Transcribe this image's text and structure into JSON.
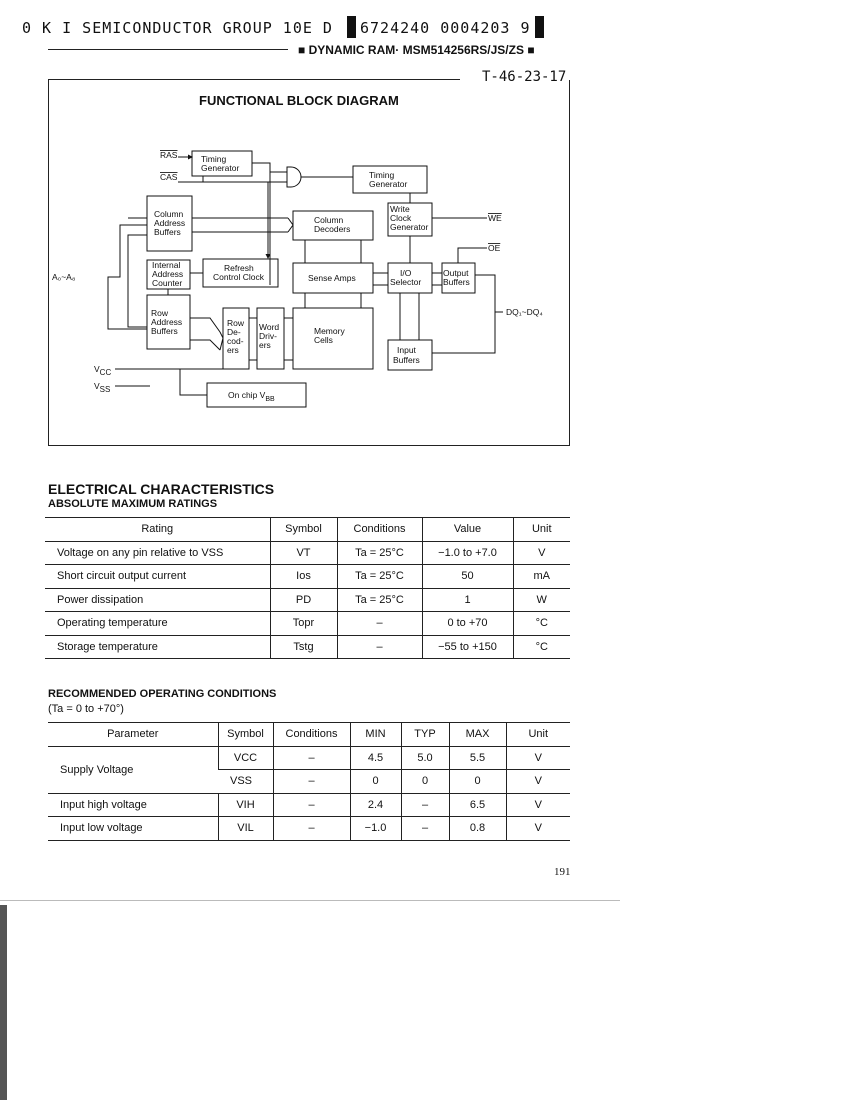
{
  "header": {
    "left": "0 K I SEMICONDUCTOR GROUP 10E D",
    "codes": "6724240 0004203 9",
    "product": "DYNAMIC RAM· MSM514256RS/JS/ZS",
    "doc_code": "T-46-23-17"
  },
  "diagram": {
    "title": "FUNCTIONAL BLOCK DIAGRAM",
    "signals": {
      "ras": "RAS",
      "cas": "CAS",
      "we": "WE",
      "oe": "OE",
      "addr": "A₀~A₈",
      "dq": "DQ₁~DQ₄",
      "vcc": "V",
      "vcc_sub": "CC",
      "vss": "V",
      "vss_sub": "SS"
    },
    "blocks": {
      "tg1": [
        "Timing",
        "Generator"
      ],
      "tg2": [
        "Timing",
        "Generator"
      ],
      "cab": [
        "Column",
        "Address",
        "Buffers"
      ],
      "cd": [
        "Column",
        "Decoders"
      ],
      "wcg": [
        "Write",
        "Clock",
        "Generator"
      ],
      "iac": [
        "Internal",
        "Address",
        "Counter"
      ],
      "rcc": [
        "Refresh",
        "Control Clock"
      ],
      "sa": "Sense Amps",
      "io": [
        "I/O",
        "Selector"
      ],
      "ob": [
        "Output",
        "Buffers"
      ],
      "rab": [
        "Row",
        "Address",
        "Buffers"
      ],
      "rd": [
        "Row",
        "De-",
        "cod-",
        "ers"
      ],
      "wd": [
        "Word",
        "Driv-",
        "ers"
      ],
      "mc": [
        "Memory",
        "Cells"
      ],
      "ib": [
        "Input",
        "Buffers"
      ],
      "vbb": "On chip V",
      "vbb_sub": "BB"
    }
  },
  "electrical": {
    "title": "ELECTRICAL CHARACTERISTICS",
    "abs_title": "ABSOLUTE MAXIMUM RATINGS",
    "headers": [
      "Rating",
      "Symbol",
      "Conditions",
      "Value",
      "Unit"
    ],
    "rows": [
      [
        "Voltage on any pin relative to VSS",
        "VT",
        "Ta = 25°C",
        "−1.0 to +7.0",
        "V"
      ],
      [
        "Short circuit output current",
        "Ios",
        "Ta = 25°C",
        "50",
        "mA"
      ],
      [
        "Power dissipation",
        "PD",
        "Ta = 25°C",
        "1",
        "W"
      ],
      [
        "Operating temperature",
        "Topr",
        "–",
        "0 to +70",
        "°C"
      ],
      [
        "Storage temperature",
        "Tstg",
        "–",
        "−55 to +150",
        "°C"
      ]
    ]
  },
  "recommended": {
    "title": "RECOMMENDED OPERATING CONDITIONS",
    "subtitle": "(Ta = 0 to +70°)",
    "headers": [
      "Parameter",
      "Symbol",
      "Conditions",
      "MIN",
      "TYP",
      "MAX",
      "Unit"
    ],
    "supply_label": "Supply Voltage",
    "rows": [
      [
        "VCC",
        "–",
        "4.5",
        "5.0",
        "5.5",
        "V"
      ],
      [
        "VSS",
        "–",
        "0",
        "0",
        "0",
        "V"
      ],
      [
        "Input high voltage",
        "VIH",
        "–",
        "2.4",
        "–",
        "6.5",
        "V"
      ],
      [
        "Input low voltage",
        "VIL",
        "–",
        "−1.0",
        "–",
        "0.8",
        "V"
      ]
    ]
  },
  "page_number": "191"
}
